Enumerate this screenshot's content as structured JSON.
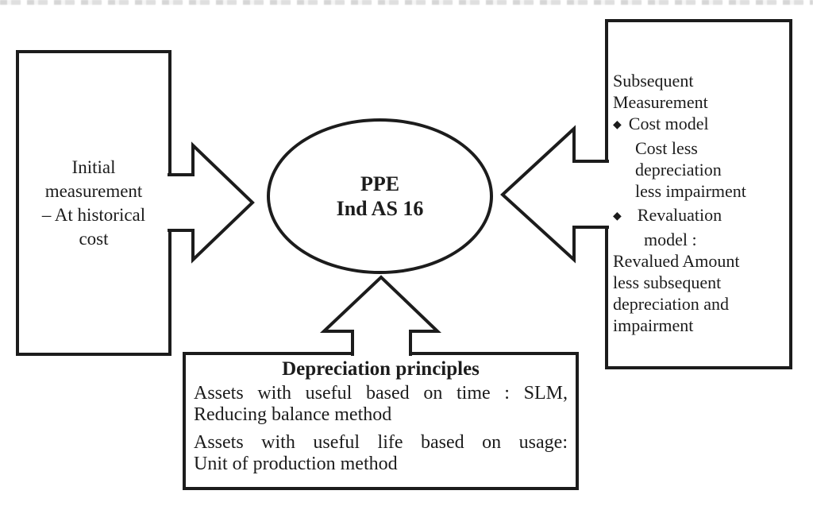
{
  "diagram": {
    "type": "concept-map",
    "topic": "PPE Ind AS 16 overview"
  },
  "left_box": {
    "lines": [
      "Initial",
      "measurement",
      "– At historical",
      "cost"
    ]
  },
  "center_ellipse": {
    "lines": [
      "PPE",
      "Ind AS 16"
    ]
  },
  "right_box": {
    "bullet_char": "◆",
    "lines": [
      "Subsequent",
      "Measurement",
      "Cost model",
      "Cost less",
      "depreciation",
      "less impairment",
      "Revaluation",
      "model :",
      "Revalued Amount",
      "less subsequent",
      "depreciation and",
      "impairment"
    ]
  },
  "bottom_box": {
    "title": "Depreciation principles",
    "para1_line1": "Assets with useful based on time : SLM,",
    "para1_line2": "Reducing balance method",
    "para2_line1": "Assets with useful life based on usage:",
    "para2_line2": "Unit of production method"
  },
  "colors": {
    "ink": "#1c1c1c",
    "background": "#ffffff"
  }
}
